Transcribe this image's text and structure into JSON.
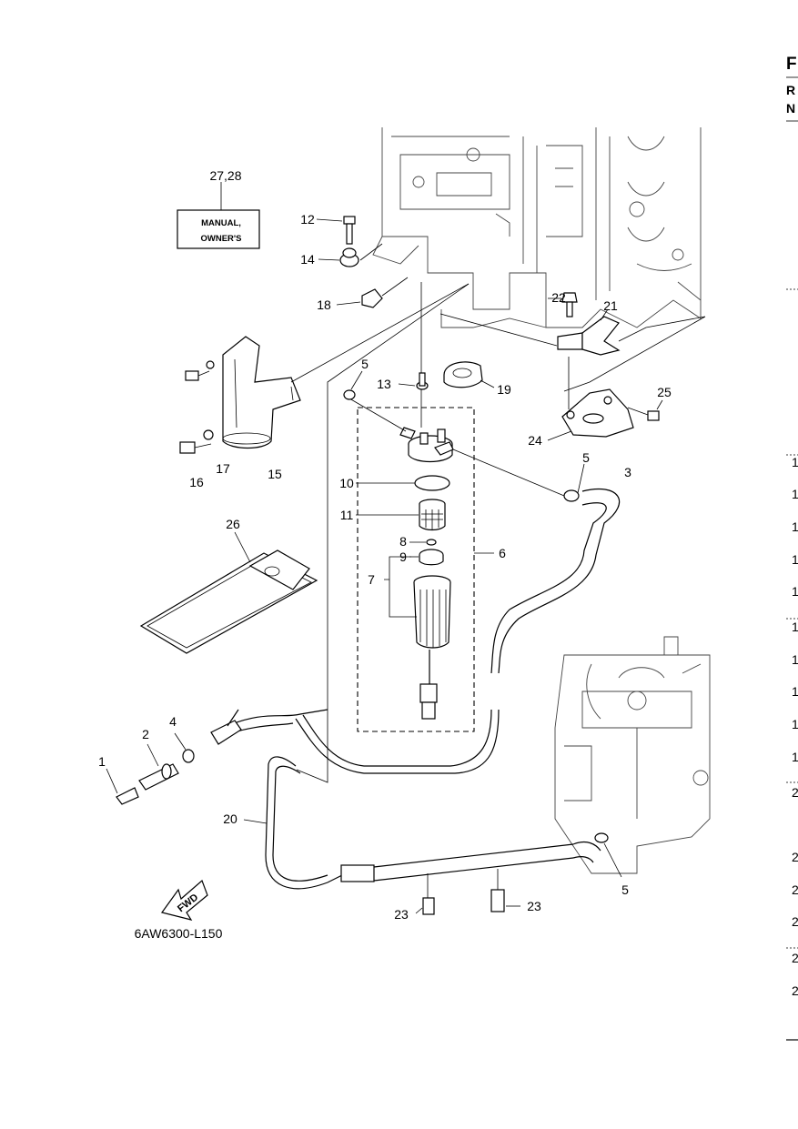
{
  "diagram": {
    "code": "6AW6300-L150",
    "manual_box": {
      "line1": "MANUAL,",
      "line2": "OWNER'S",
      "callout": "27,28"
    },
    "fwd_label": "FWD",
    "callouts": {
      "c1": "1",
      "c2": "2",
      "c3": "3",
      "c4": "4",
      "c5a": "5",
      "c5b": "5",
      "c5c": "5",
      "c6": "6",
      "c7": "7",
      "c8": "8",
      "c9": "9",
      "c10": "10",
      "c11": "11",
      "c12": "12",
      "c13": "13",
      "c14": "14",
      "c15": "15",
      "c16": "16",
      "c17": "17",
      "c18": "18",
      "c19": "19",
      "c20": "20",
      "c21": "21",
      "c22": "22",
      "c23a": "23",
      "c23b": "23",
      "c24": "24",
      "c25": "25",
      "c26": "26"
    }
  },
  "right_edge": {
    "letters": [
      "F",
      "R",
      "N"
    ],
    "marks": [
      "1",
      "1",
      "1",
      "1",
      "1",
      "1",
      "1",
      "1",
      "1",
      "1",
      "2",
      "2",
      "2",
      "2",
      "2",
      "2"
    ]
  }
}
